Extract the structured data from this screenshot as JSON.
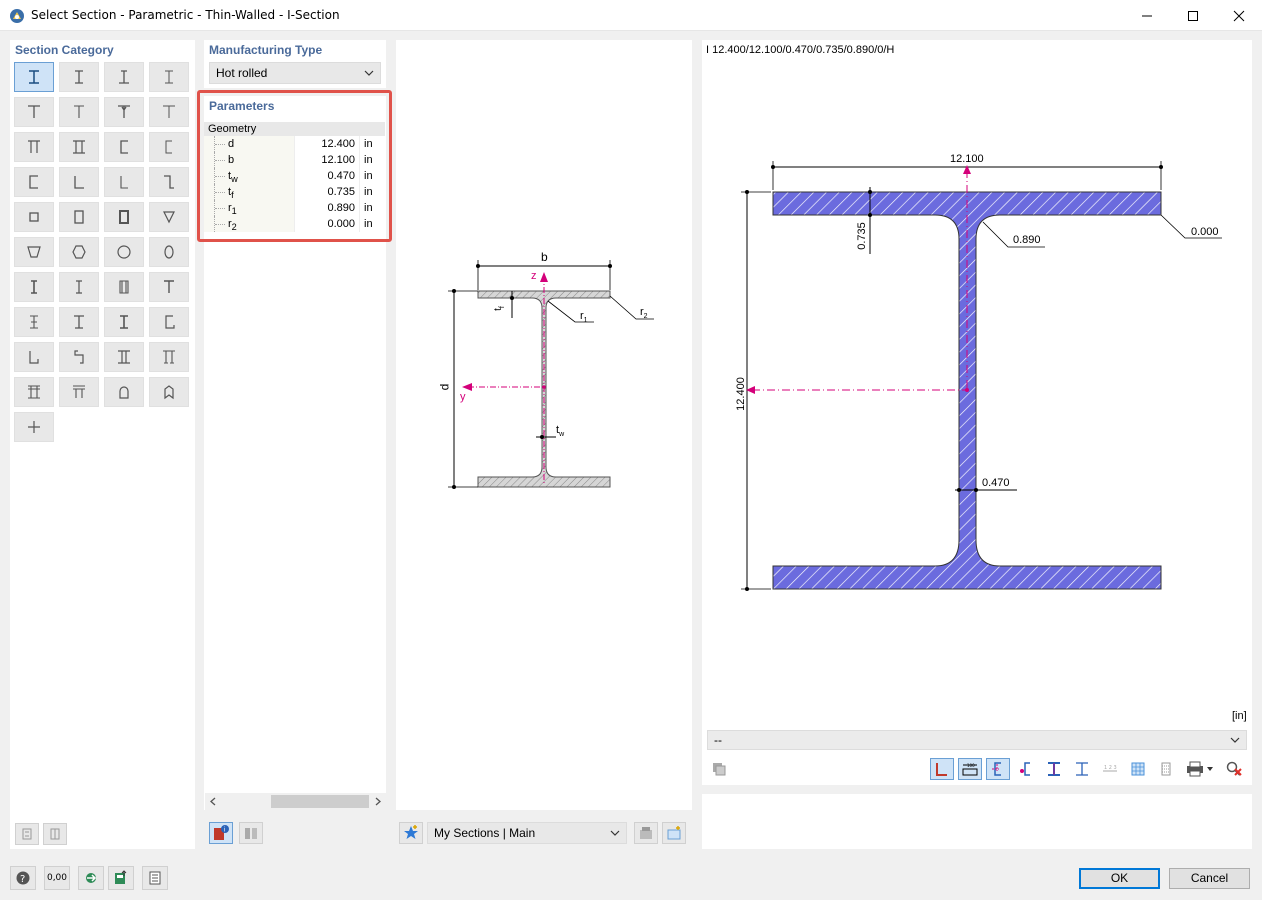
{
  "window": {
    "title": "Select Section - Parametric - Thin-Walled - I-Section"
  },
  "section_category": {
    "header": "Section Category"
  },
  "manufacturing": {
    "header": "Manufacturing Type",
    "selected": "Hot rolled"
  },
  "parameters": {
    "header": "Parameters",
    "group": "Geometry",
    "rows": [
      {
        "sym": "d",
        "sub": "",
        "value": "12.400",
        "unit": "in"
      },
      {
        "sym": "b",
        "sub": "",
        "value": "12.100",
        "unit": "in"
      },
      {
        "sym": "t",
        "sub": "w",
        "value": "0.470",
        "unit": "in"
      },
      {
        "sym": "t",
        "sub": "f",
        "value": "0.735",
        "unit": "in"
      },
      {
        "sym": "r",
        "sub": "1",
        "value": "0.890",
        "unit": "in"
      },
      {
        "sym": "r",
        "sub": "2",
        "value": "0.000",
        "unit": "in"
      }
    ]
  },
  "schematic": {
    "b": "b",
    "z": "z",
    "y": "y",
    "d": "d",
    "tf": "t",
    "tf_sub": "f",
    "tw": "t",
    "tw_sub": "w",
    "r1": "r",
    "r1_sub": "1",
    "r2": "r",
    "r2_sub": "2"
  },
  "library": {
    "selected": "My Sections | Main"
  },
  "preview": {
    "section_name": "I 12.400/12.100/0.470/0.735/0.890/0/H",
    "dim_b": "12.100",
    "dim_d": "12.400",
    "dim_tf": "0.735",
    "dim_r1": "0.890",
    "dim_r2": "0.000",
    "dim_tw": "0.470",
    "units": "[in]",
    "dropdown": "--",
    "fill_color": "#6b6bde"
  },
  "buttons": {
    "ok": "OK",
    "cancel": "Cancel"
  },
  "footer": {
    "units_btn": "0,00"
  }
}
